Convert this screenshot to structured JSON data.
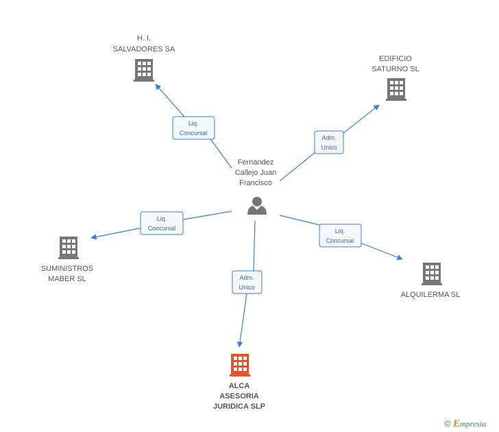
{
  "center": {
    "name_lines": [
      "Fernandez",
      "Callejo Juan",
      "Francisco"
    ],
    "icon": "person-icon"
  },
  "companies": [
    {
      "id": "hi",
      "lines": [
        "H. I.",
        "SALVADORES SA"
      ],
      "icon": "building-icon",
      "color": "#777777"
    },
    {
      "id": "edificio",
      "lines": [
        "EDIFICIO",
        "SATURNO  SL"
      ],
      "icon": "building-icon",
      "color": "#777777"
    },
    {
      "id": "suministros",
      "lines": [
        "SUMINISTROS",
        "MABER  SL"
      ],
      "icon": "building-icon",
      "color": "#777777"
    },
    {
      "id": "alquilerma",
      "lines": [
        "ALQUILERMA  SL"
      ],
      "icon": "building-icon",
      "color": "#777777"
    },
    {
      "id": "alca",
      "lines": [
        "ALCA",
        "ASESORIA",
        "JURIDICA SLP"
      ],
      "icon": "building-icon",
      "color": "#e8542a"
    }
  ],
  "edges": [
    {
      "to": "hi",
      "label_lines": [
        "Liq.",
        "Concursal"
      ]
    },
    {
      "to": "edificio",
      "label_lines": [
        "Adm.",
        "Unico"
      ]
    },
    {
      "to": "suministros",
      "label_lines": [
        "Liq.",
        "Concursal"
      ]
    },
    {
      "to": "alquilerma",
      "label_lines": [
        "Liq.",
        "Concursal"
      ]
    },
    {
      "to": "alca",
      "label_lines": [
        "Adm.",
        "Unico"
      ]
    }
  ],
  "footer": {
    "copyright": "©",
    "brand_first": "E",
    "brand_rest": "mpresia"
  },
  "colors": {
    "edge": "#3a7fd5",
    "building": "#777777",
    "main_building": "#e8542a",
    "person": "#777777"
  }
}
